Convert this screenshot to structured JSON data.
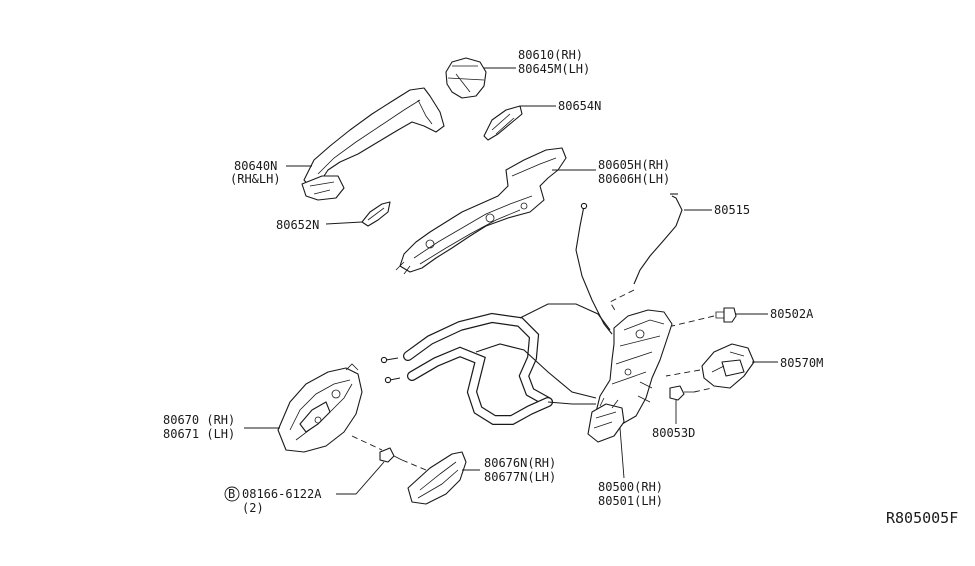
{
  "callouts": {
    "p80610": "80610(RH)",
    "p80645m": "80645M(LH)",
    "p80654n": "80654N",
    "p80640n": "80640N",
    "p80640n_side": "(RH&LH)",
    "p80605h": "80605H(RH)",
    "p80606h": "80606H(LH)",
    "p80515": "80515",
    "p80652n": "80652N",
    "p80502a": "80502A",
    "p80570m": "80570M",
    "p80670": "80670 (RH)",
    "p80671": "80671 (LH)",
    "p80676n": "80676N(RH)",
    "p80677n": "80677N(LH)",
    "p80053d": "80053D",
    "p80500": "80500(RH)",
    "p80501": "80501(LH)",
    "bolt_badge": "B",
    "p08166": "08166-6122A",
    "bolt_qty": "(2)"
  },
  "reference_code": "R805005F"
}
